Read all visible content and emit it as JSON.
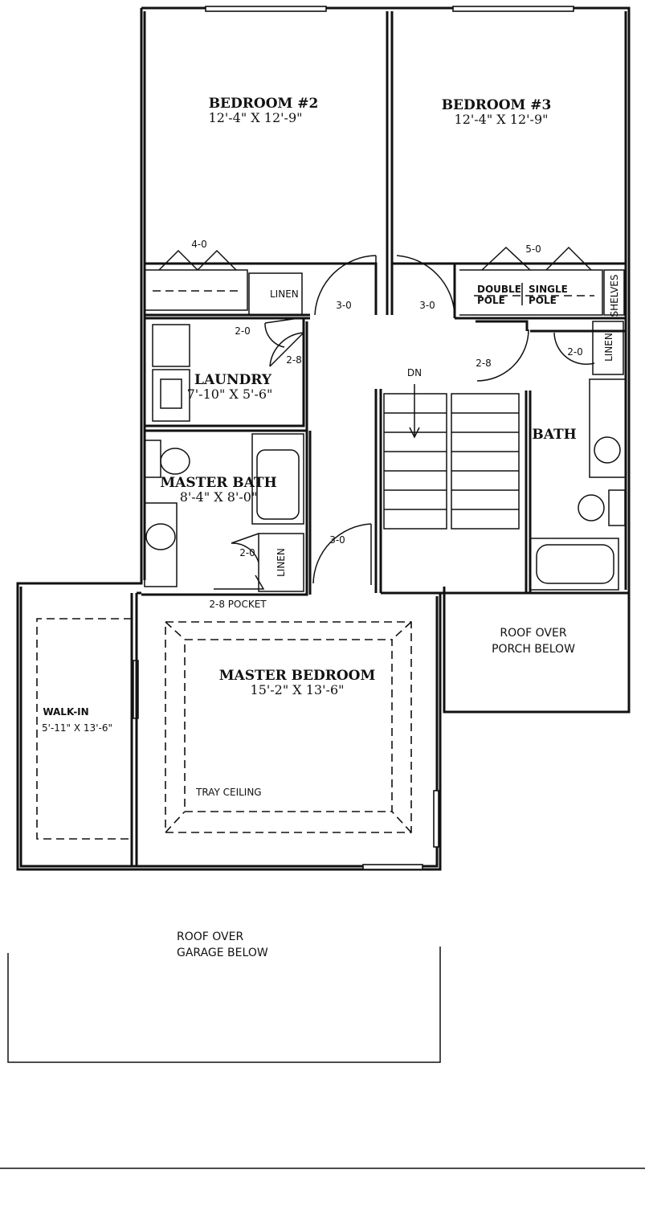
{
  "rooms": {
    "bedroom2": {
      "name": "BEDROOM #2",
      "dims": "12'-4\" X 12'-9\""
    },
    "bedroom3": {
      "name": "BEDROOM #3",
      "dims": "12'-4\" X 12'-9\""
    },
    "laundry": {
      "name": "LAUNDRY",
      "dims": "7'-10\" X 5'-6\""
    },
    "master_bath": {
      "name": "MASTER BATH",
      "dims": "8'-4\" X 8'-0\""
    },
    "bath": {
      "name": "BATH"
    },
    "master_bedroom": {
      "name": "MASTER BEDROOM",
      "dims": "15'-2\" X 13'-6\"",
      "note": "TRAY CEILING"
    },
    "walk_in": {
      "name": "WALK-IN",
      "dims": "5'-11\" X 13'-6\""
    }
  },
  "roof": {
    "porch_line1": "ROOF OVER",
    "porch_line2": "PORCH BELOW",
    "garage_line1": "ROOF OVER",
    "garage_line2": "GARAGE BELOW"
  },
  "labels": {
    "linen": "LINEN",
    "double_pole_1": "DOUBLE",
    "double_pole_2": "POLE",
    "single_pole_1": "SINGLE",
    "single_pole_2": "POLE",
    "shelves": "SHELVES",
    "stairs_dn": "DN"
  },
  "doors": {
    "closet_b2": "4-0",
    "closet_b3": "5-0",
    "hall_b2": "3-0",
    "hall_b3": "3-0",
    "linen_laundry": "2-0",
    "laundry": "2-8",
    "bath": "2-8",
    "bath_linen": "2-0",
    "master_bath_linen": "2-0",
    "pocket": "2-8 POCKET",
    "master": "3-0"
  }
}
